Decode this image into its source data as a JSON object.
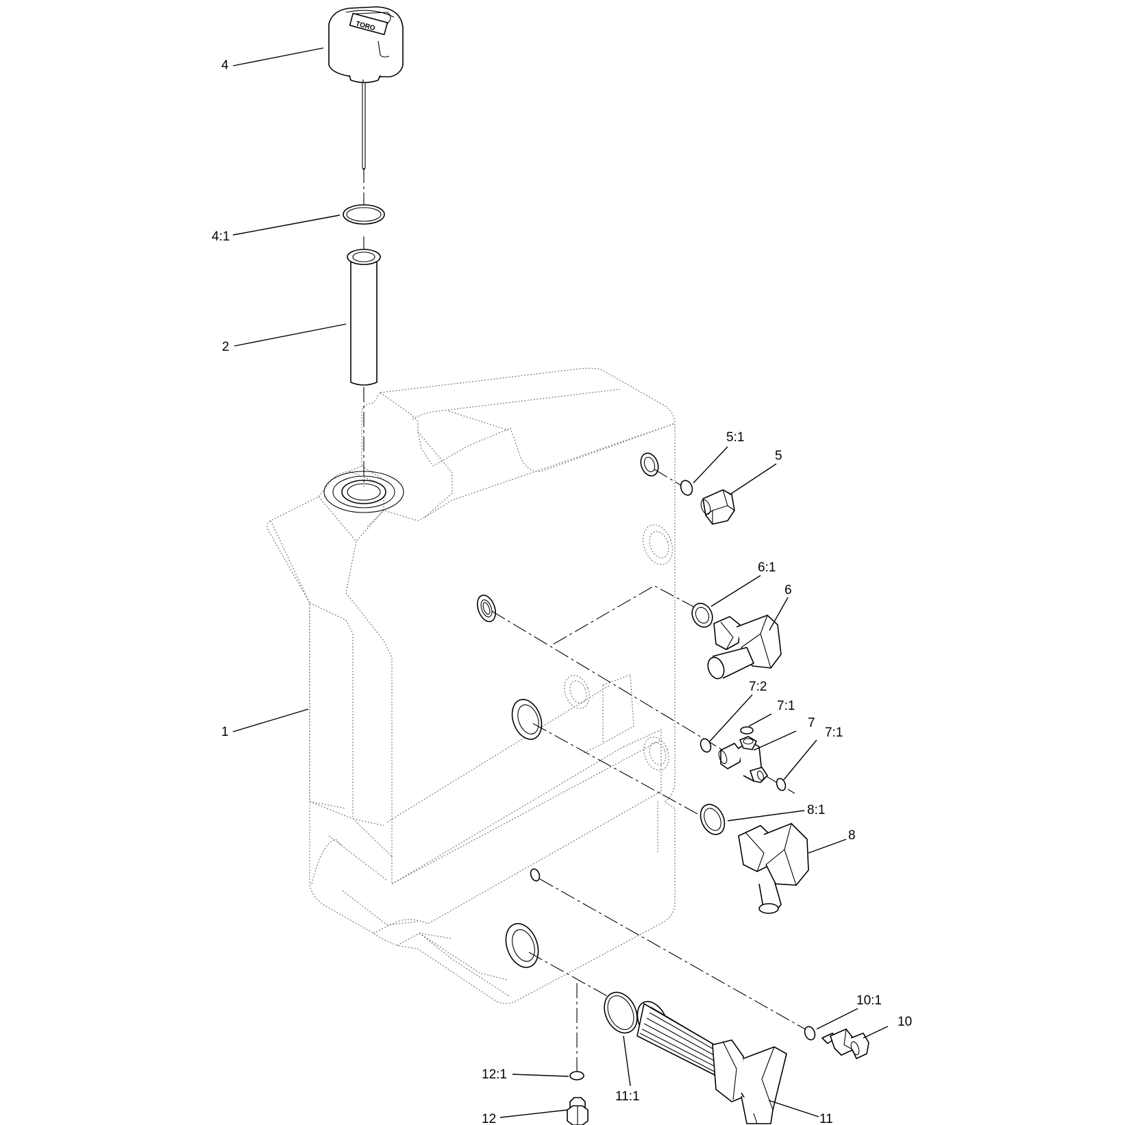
{
  "diagram": {
    "callouts": [
      {
        "id": "4",
        "label": "4"
      },
      {
        "id": "4_1",
        "label": "4:1"
      },
      {
        "id": "2",
        "label": "2"
      },
      {
        "id": "1",
        "label": "1"
      },
      {
        "id": "5_1",
        "label": "5:1"
      },
      {
        "id": "5",
        "label": "5"
      },
      {
        "id": "6_1",
        "label": "6:1"
      },
      {
        "id": "6",
        "label": "6"
      },
      {
        "id": "7_2",
        "label": "7:2"
      },
      {
        "id": "7_1a",
        "label": "7:1"
      },
      {
        "id": "7",
        "label": "7"
      },
      {
        "id": "7_1b",
        "label": "7:1"
      },
      {
        "id": "8_1",
        "label": "8:1"
      },
      {
        "id": "8",
        "label": "8"
      },
      {
        "id": "10_1",
        "label": "10:1"
      },
      {
        "id": "10",
        "label": "10"
      },
      {
        "id": "12_1",
        "label": "12:1"
      },
      {
        "id": "11_1",
        "label": "11:1"
      },
      {
        "id": "12",
        "label": "12"
      },
      {
        "id": "11",
        "label": "11"
      }
    ],
    "cap_logo_text": "TORO"
  }
}
